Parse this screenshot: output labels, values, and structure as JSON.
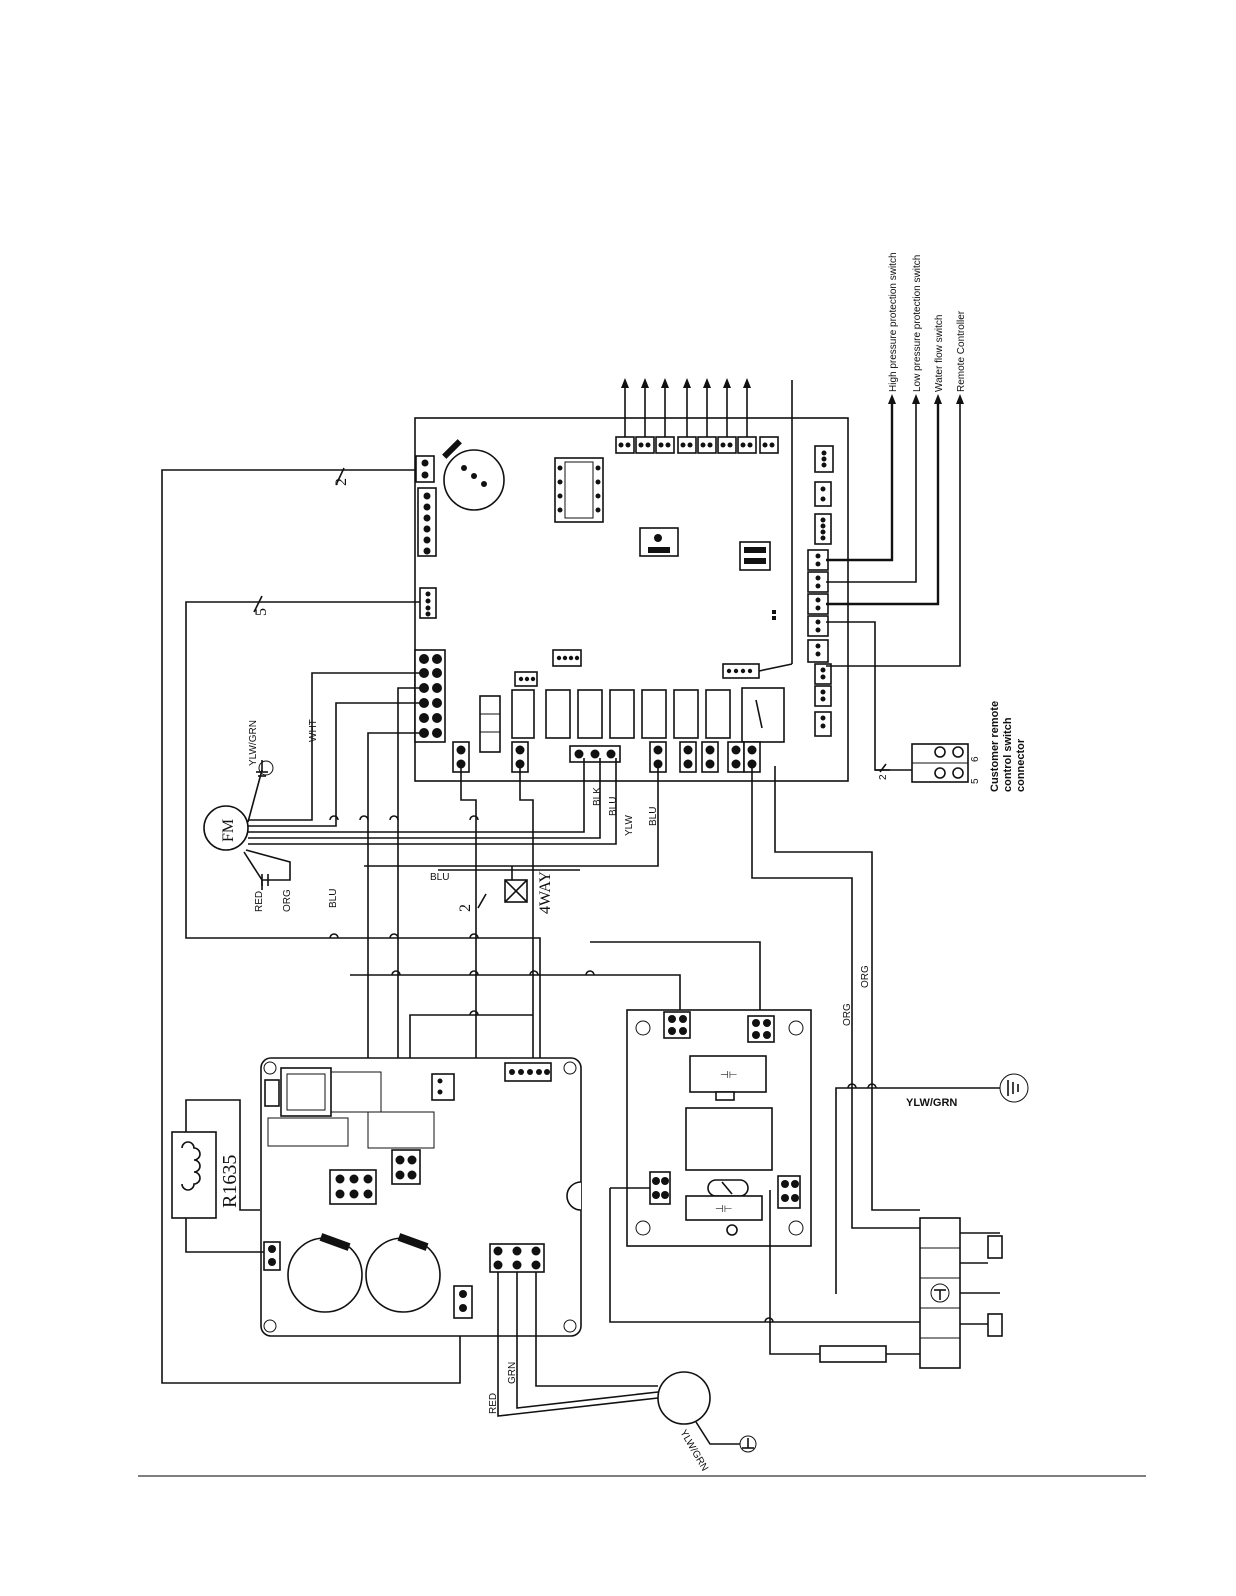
{
  "labels": {
    "high_pressure": "High pressure protection switch",
    "low_pressure": "Low pressure protection switch",
    "water_flow": "Water flow switch",
    "remote_controller": "Remote Controller",
    "customer_remote_1": "Customer remote",
    "customer_remote_2": "control switch",
    "customer_remote_3": "connector",
    "fan_motor": "FM",
    "four_way": "4WAY",
    "resistor": "R1635",
    "ylw_grn": "YLW/GRN",
    "wht": "WHT",
    "blk": "BLK",
    "blu": "BLU",
    "ylw": "YLW",
    "red": "RED",
    "org": "ORG",
    "grn": "GRN",
    "count_2": "2",
    "count_5": "5",
    "term_5": "5",
    "term_6": "6"
  }
}
